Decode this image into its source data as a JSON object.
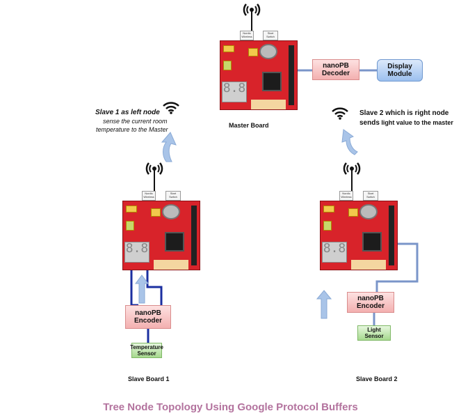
{
  "title": "Tree Node Topology Using Google Protocol Buffers",
  "master": {
    "caption": "Master Board",
    "decoder": "nanoPB Decoder",
    "display": "Display Module",
    "switch_left": "Nordic Wireless",
    "switch_right": "Start Switch"
  },
  "slave1": {
    "caption": "Slave Board 1",
    "encoder": "nanoPB Encoder",
    "sensor_line1": "Temperature",
    "sensor_line2": "Sensor",
    "note_line1": "Slave 1 as left node",
    "note_line2": "sense the current room",
    "note_line3": "temperature to the Master",
    "switch_left": "Nordic Wireless",
    "switch_right": "Start Switch"
  },
  "slave2": {
    "caption": "Slave Board 2",
    "encoder": "nanoPB Encoder",
    "sensor": "Light Sensor",
    "note_line1": "Slave 2 which is right node",
    "note_line2_bold": "sends",
    "note_line2_rest": " light value to the master",
    "switch_left": "Nordic Wireless",
    "switch_right": "Start Switch"
  },
  "colors": {
    "wire": "#1b2fa0",
    "wire_light": "#7a95c9",
    "arrow": "#a9c4e8",
    "title": "#b3739e"
  },
  "icons": [
    "antenna-icon",
    "wifi-icon",
    "up-arrow-icon",
    "curved-arrow-icon"
  ]
}
